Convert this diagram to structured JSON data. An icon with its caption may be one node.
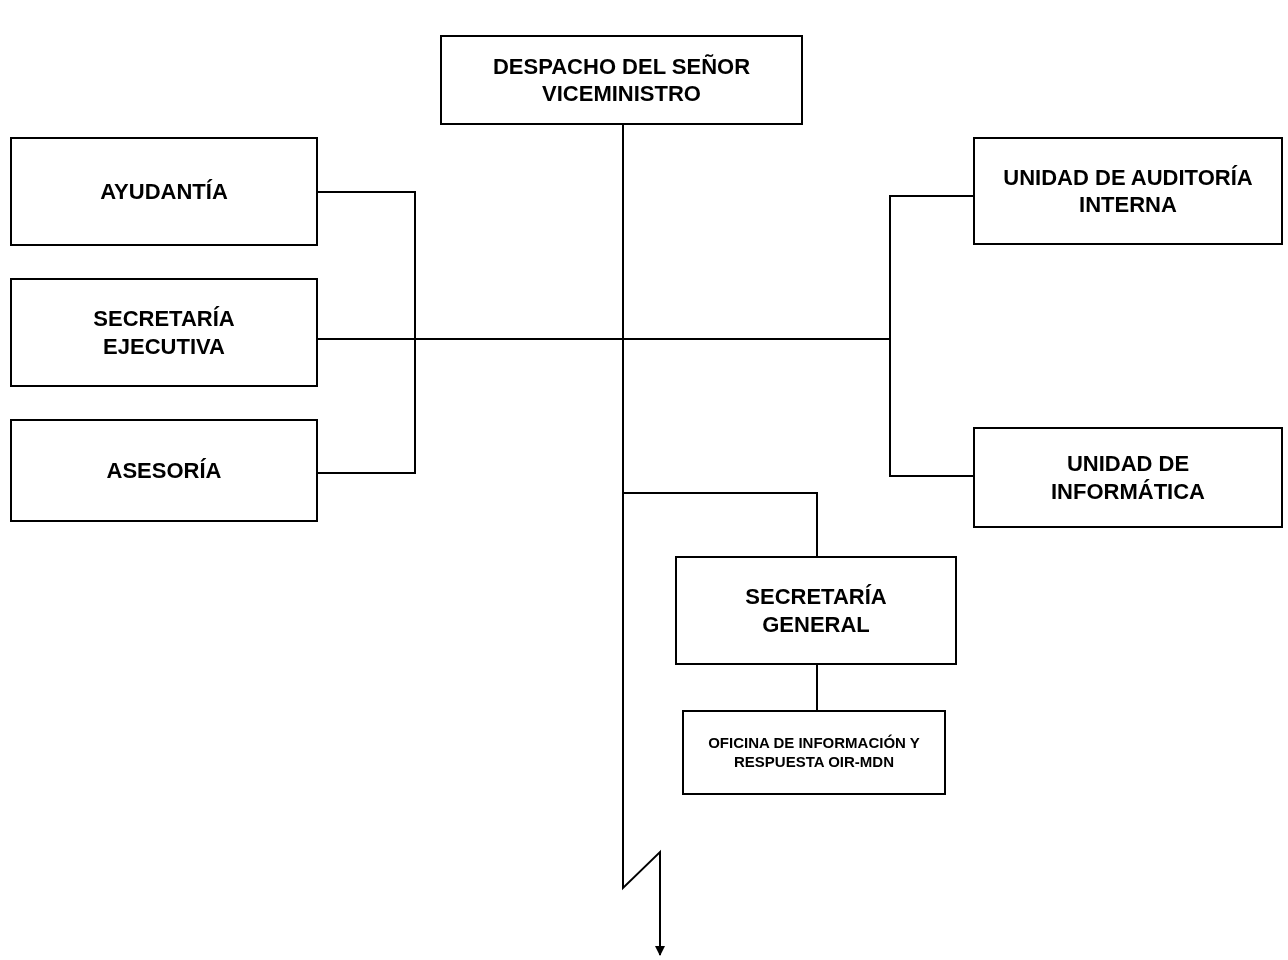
{
  "diagram": {
    "nodes": [
      {
        "text": [
          "DESPACHO DEL SEÑOR VICEMINISTRO"
        ]
      },
      {
        "text": [
          "AYUDANTÍA"
        ]
      },
      {
        "text": [
          "SECRETARÍA EJECUTIVA"
        ]
      },
      {
        "text": [
          "ASESORÍA"
        ]
      },
      {
        "text": [
          "UNIDAD DE AUDITORÍA INTERNA"
        ]
      },
      {
        "text": [
          "UNIDAD DE INFORMÁTICA"
        ]
      },
      {
        "text": [
          "SECRETARÍA GENERAL"
        ]
      },
      {
        "text": [
          "OFICINA DE INFORMACIÓN Y RESPUESTA OIR-MDN"
        ]
      }
    ],
    "edges": [
      {
        "from": 0,
        "to": 1,
        "arrow": "none"
      },
      {
        "from": 0,
        "to": 2,
        "arrow": "none"
      },
      {
        "from": 0,
        "to": 3,
        "arrow": "none"
      },
      {
        "from": 0,
        "to": 4,
        "arrow": "none"
      },
      {
        "from": 0,
        "to": 5,
        "arrow": "none"
      },
      {
        "from": 0,
        "to": 6,
        "arrow": "none"
      },
      {
        "from": 6,
        "to": 7,
        "arrow": "none"
      },
      {
        "from": 0,
        "to": null,
        "arrow": "to"
      }
    ]
  }
}
